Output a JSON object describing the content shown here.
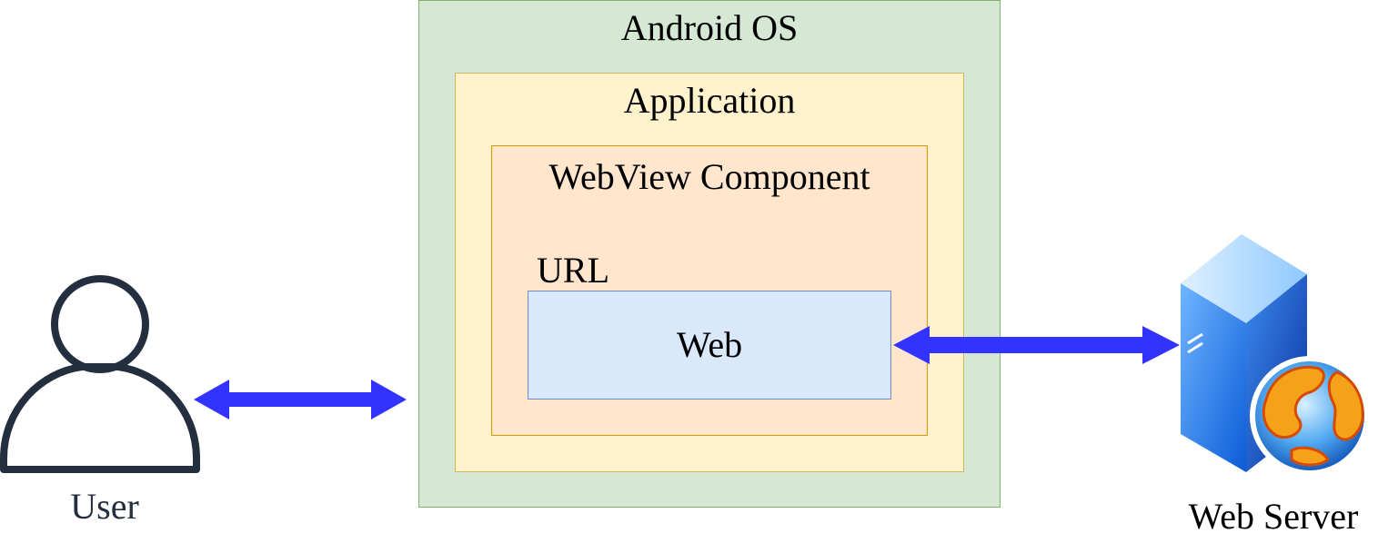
{
  "nodes": {
    "android_os": "Android OS",
    "application": "Application",
    "webview": "WebView Component",
    "url": "URL",
    "web": "Web",
    "user": "User",
    "web_server": "Web Server"
  },
  "edges": [
    {
      "from": "User",
      "to": "Android OS",
      "direction": "bidirectional"
    },
    {
      "from": "Web",
      "to": "Web Server",
      "direction": "bidirectional"
    }
  ],
  "colors": {
    "arrow": "#3333ff",
    "android_os_fill": "#d5e8d4",
    "application_fill": "#fff2cc",
    "webview_fill": "#ffe6cc",
    "web_fill": "#dae8fc",
    "user_icon": "#232f3e",
    "user_label": "#232f3e"
  },
  "icons": [
    "user-icon",
    "web-server-icon"
  ]
}
